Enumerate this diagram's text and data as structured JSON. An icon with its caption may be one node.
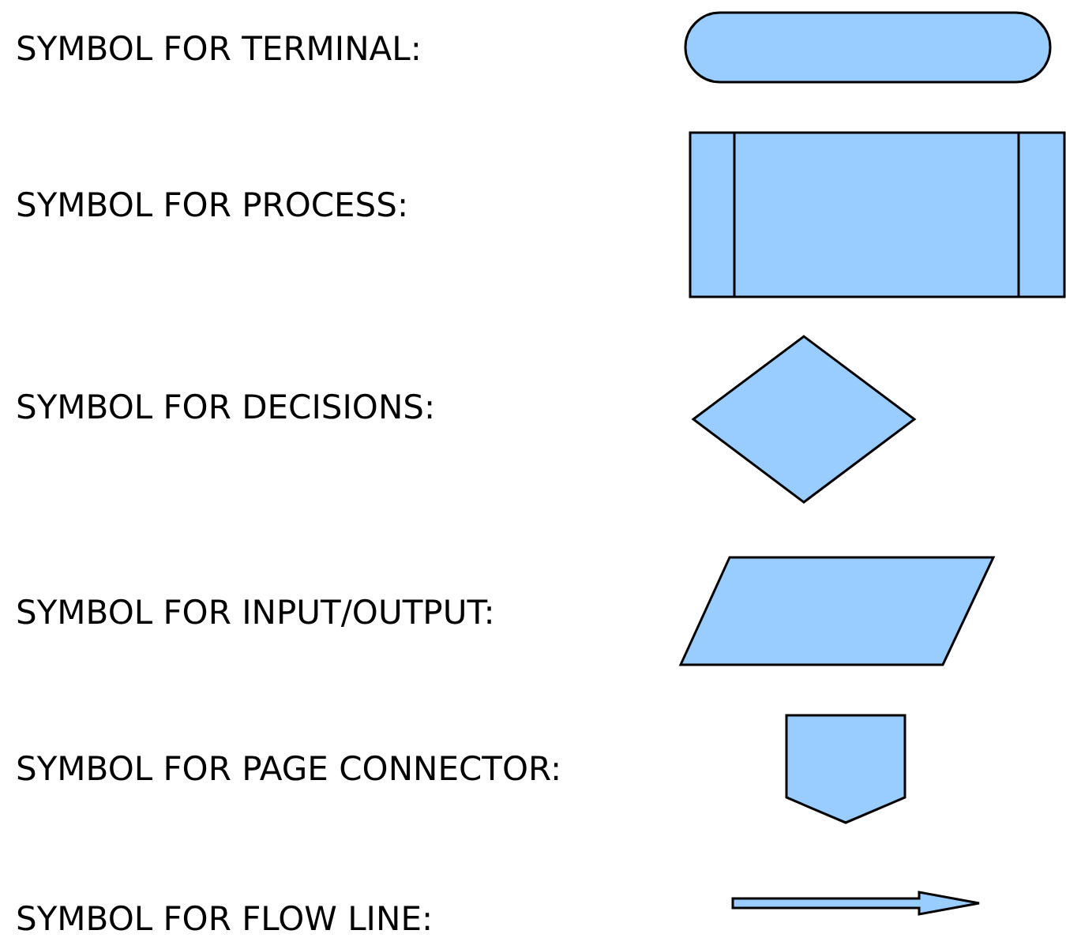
{
  "diagram": {
    "nodes": [
      {
        "text": [],
        "shape": "oval"
      },
      {
        "text": [],
        "shape": "box"
      },
      {
        "text": [],
        "shape": "diamond"
      },
      {
        "text": [],
        "shape": "parallelogram"
      },
      {
        "text": [],
        "shape": "pentagon"
      },
      {
        "text": [],
        "shape": "arrow"
      }
    ],
    "labels": [
      "SYMBOL FOR TERMINAL:",
      "SYMBOL FOR PROCESS:",
      "SYMBOL FOR DECISIONS:",
      "SYMBOL FOR INPUT/OUTPUT:",
      "SYMBOL FOR PAGE CONNECTOR:",
      "SYMBOL FOR FLOW LINE:"
    ]
  }
}
